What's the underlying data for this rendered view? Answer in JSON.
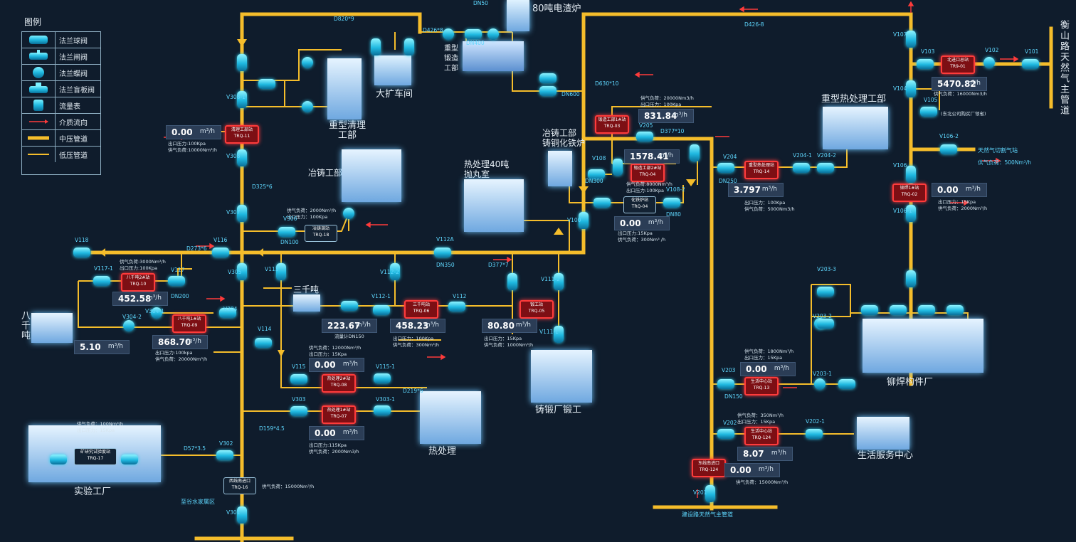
{
  "legend": {
    "title": "图例",
    "items": [
      "法兰球阀",
      "法兰闸阀",
      "法兰蝶阀",
      "法兰盲板阀",
      "流量表",
      "介质流向",
      "中压管道",
      "低压管道"
    ]
  },
  "colors": {
    "background": "#0f1c2c",
    "pipe_mid": "#f5bd2b",
    "pipe_low": "#f5bd2b",
    "valve": "#2fd0f0",
    "alarm": "#ff3b3b"
  },
  "buildings": {
    "electric_furnace": "80吨电渣炉",
    "heavy_forge": "重型\n锻造\n工部",
    "expansion": "大扩车间",
    "heavy_cleaning": "重型清理\n工部",
    "casting_dept": "冶铸工部",
    "heat40": "热处理40吨\n抛丸室",
    "casting_copper": "冶铸工部\n铸铜化铁炉",
    "heavy_heat": "重型热处理工部",
    "santun": "三千吨",
    "bachi": "八\n千\n吨",
    "forge_shop": "铸锻厂锻工",
    "heat_treat": "热处理",
    "lab": "实验工厂",
    "riveting": "铆焊构件厂",
    "service": "生活服务中心",
    "hengshan": "衡山路天然气主管道",
    "jianshe": "建设路天然气主管道",
    "zhigu": "至谷水家属区",
    "gas_cutting": "天然气切割气站"
  },
  "stations": {
    "trq11": {
      "name": "清理工部站",
      "id": "TRQ-11"
    },
    "trq18": {
      "name": "冶铸调站",
      "id": "TRQ-18"
    },
    "trq10": {
      "name": "八千吨2#站",
      "id": "TRQ-10"
    },
    "trq09": {
      "name": "八千吨1#站",
      "id": "TRQ-09"
    },
    "trq06": {
      "name": "三千吨站",
      "id": "TRQ-06"
    },
    "trq05": {
      "name": "锻工站",
      "id": "TRQ-05"
    },
    "trq08": {
      "name": "热处理2#站",
      "id": "TRQ-08"
    },
    "trq07": {
      "name": "热处理1#站",
      "id": "TRQ-07"
    },
    "trq17": {
      "name": "矿研究试验度站",
      "id": "TRQ-17"
    },
    "trq16": {
      "name": "西线南进口",
      "id": "TRQ-16"
    },
    "trq03": {
      "name": "锻造工部1#站",
      "id": "TRQ-03"
    },
    "trq04": {
      "name": "锻造工部2#站",
      "id": "TRQ-04"
    },
    "trq04b": {
      "name": "化铁炉站",
      "id": "TRQ-04"
    },
    "trq14": {
      "name": "重型热处理站",
      "id": "TRQ-14"
    },
    "trq01": {
      "name": "北进口总站",
      "id": "TR9-01"
    },
    "trq02": {
      "name": "铆焊1#站",
      "id": "TRQ-02"
    },
    "trq13": {
      "name": "生活中心站",
      "id": "TRQ-13"
    },
    "trq124": {
      "name": "生活中心站",
      "id": "TRQ-124"
    },
    "trq124b": {
      "name": "东线南进口",
      "id": "TRQ-124"
    }
  },
  "readouts": {
    "unit": "m³/h",
    "r11": "0.00",
    "r10": "452.58",
    "r09": "868.70",
    "r_bachi": "5.10",
    "r_santun": "223.67",
    "r06": "458.23",
    "r05": "80.80",
    "r08": "0.00",
    "r07": "0.00",
    "r03": "831.84",
    "r04": "1578.41",
    "r04b": "0.00",
    "r14": "3.797",
    "r01": "5470.82",
    "r02": "0.00",
    "r13": "0.00",
    "r124": "8.07",
    "r124b": "0.00"
  },
  "notes": {
    "n11": "出口压力:100Kpa\n供气负荷:10000Nm³/h",
    "n18": "供气负荷：2000Nm³/h\n出口压力：100Kpa",
    "n10": "供气负荷:3000Nm³/h\n出口压力:100Kpa",
    "n09": "出口压力:100kpa\n供气负荷：20000Nm³/h",
    "n_santun": "流量计DN150",
    "n06": "出口压力：100Kpa\n供气负荷：300Nm³/h",
    "n05": "出口压力：15Kpa\n供气负荷：1000Nm³/h",
    "n08": "供气负荷：12000Nm³/h\n出口压力：15Kpa",
    "n07": "出口压力:115Kpa\n供气负荷：2000Nm3/h",
    "n17": "供气负荷：100Nm³/h\n出口压力：15Kpa",
    "n16": "供气负荷：15000Nm³/h",
    "n03": "供气负荷：20000Nm3/h\n出口压力：100Kpa",
    "n04": "供气负荷:8000Nm³/h\n出口压力:100Kpa",
    "n04b": "出口压力:15Kpa\n供气负荷：300Nm³ /h",
    "n14": "出口压力：100Kpa\n供气负荷：5000Nm3/h",
    "n01": "供气负荷：16000Nm3/h",
    "n02": "出口压力：15Kpa\n供气负荷：2000Nm³/h",
    "n13": "供气负荷：1800Nm³/h\n出口压力：15Kpa",
    "n124": "供气负荷：350Nm³/h\n出口压力：15Kpa",
    "n124b": "供气负荷：15000Nm³/h",
    "n_cut": "供气负荷：500Nm³/h",
    "n_meter": "(东北公司购买厂领省)"
  },
  "valve_tags": [
    "V308-1",
    "V308",
    "V307",
    "V306",
    "V305",
    "V118",
    "V117-1",
    "V117",
    "V116",
    "V113",
    "V304-2",
    "V304-1",
    "V304",
    "V114",
    "V115",
    "V303",
    "V302",
    "V301",
    "V112A",
    "V112-2",
    "V112-1",
    "V112",
    "V115-1",
    "V303-1",
    "V111-1",
    "V111-2",
    "V108",
    "V100",
    "V205",
    "V108-2",
    "V204",
    "V204-1",
    "V204-2",
    "V103",
    "V102",
    "V101",
    "V107",
    "V104",
    "V105",
    "V106",
    "V106-1",
    "V106-2",
    "V203",
    "V203-1",
    "V203-2",
    "V203-3",
    "V202",
    "V202-1",
    "V201",
    "DN50",
    "DN400",
    "DN300",
    "DN250",
    "DN200",
    "DN150",
    "DN100",
    "DN350",
    "DN80",
    "DN600"
  ],
  "pipe_tags": [
    "D820*9",
    "D426*8",
    "D630*10",
    "D377*10",
    "D273*6",
    "D219*6",
    "D159*4.5",
    "D325*6",
    "D57*3.5",
    "D426-8",
    "D377*7"
  ]
}
